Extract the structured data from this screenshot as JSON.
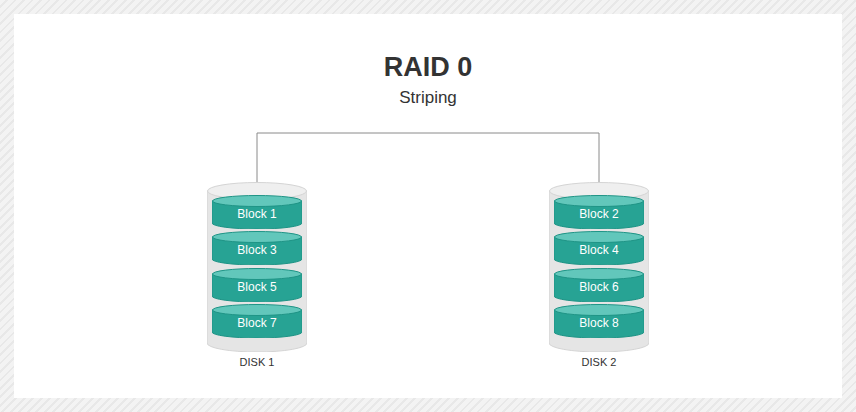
{
  "diagram": {
    "title": "RAID 0",
    "nodes": [
      {
        "text": [
          "DISK 1"
        ]
      },
      {
        "text": [
          "Block 1"
        ],
        "in": 0
      },
      {
        "text": [
          "Block 3"
        ],
        "in": 0
      },
      {
        "text": [
          "Block 5"
        ],
        "in": 0
      },
      {
        "text": [
          "Block 7"
        ],
        "in": 0
      },
      {
        "text": [
          "DISK 2"
        ]
      },
      {
        "text": [
          "Block 2"
        ],
        "in": 5
      },
      {
        "text": [
          "Block 4"
        ],
        "in": 5
      },
      {
        "text": [
          "Block 6"
        ],
        "in": 5
      },
      {
        "text": [
          "Block 8"
        ],
        "in": 5
      }
    ],
    "edges": [
      {
        "from": 1,
        "to": 6,
        "arrow": "none"
      }
    ],
    "labels": [
      "Striping"
    ]
  }
}
